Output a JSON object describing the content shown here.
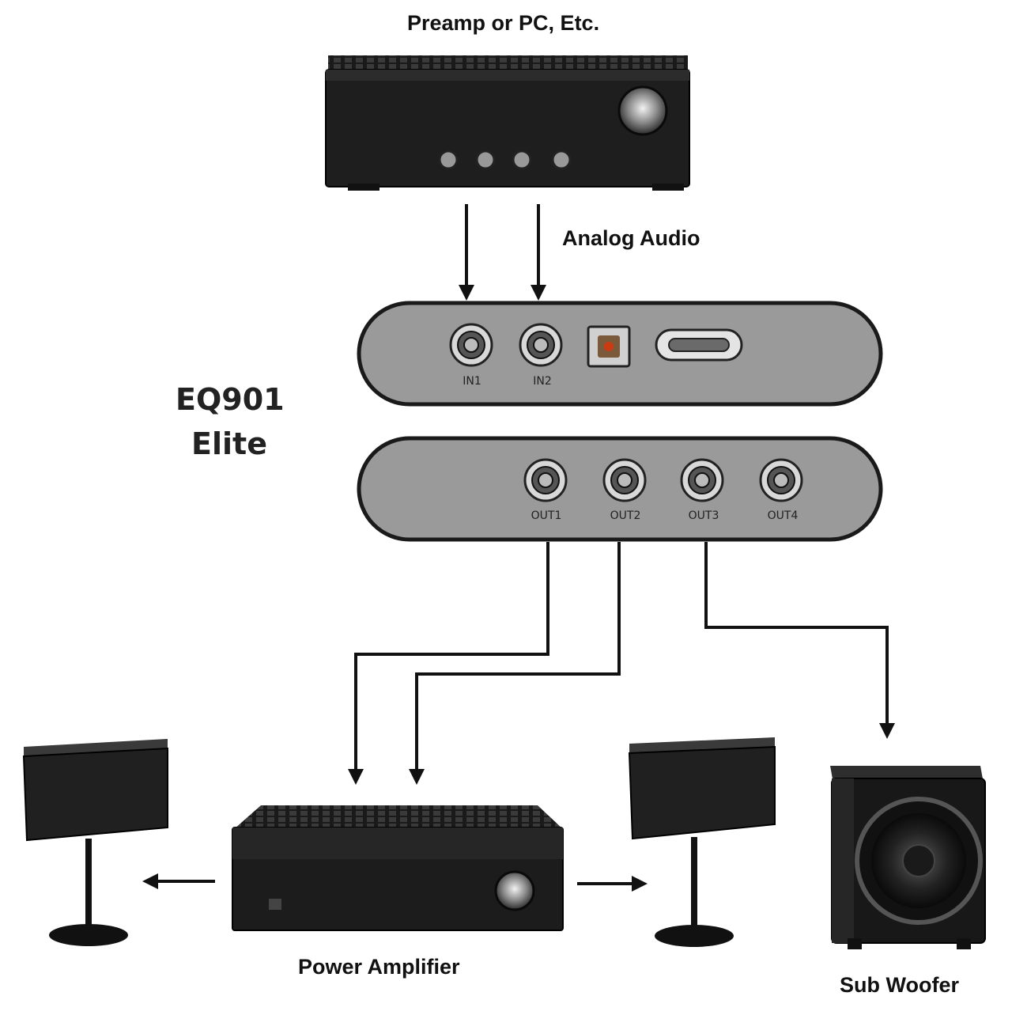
{
  "labels": {
    "source": "Preamp or PC, Etc.",
    "signal": "Analog Audio",
    "device_model": "EQ901",
    "device_edition": "Elite",
    "amplifier": "Power Amplifier",
    "subwoofer": "Sub Woofer"
  },
  "ports": {
    "inputs": [
      "IN1",
      "IN2"
    ],
    "outputs": [
      "OUT1",
      "OUT2",
      "OUT3",
      "OUT4"
    ]
  },
  "colors": {
    "panel": "#9a9a9a",
    "equipment": "#1c1c1c",
    "optical_port": "#cc3a12"
  }
}
